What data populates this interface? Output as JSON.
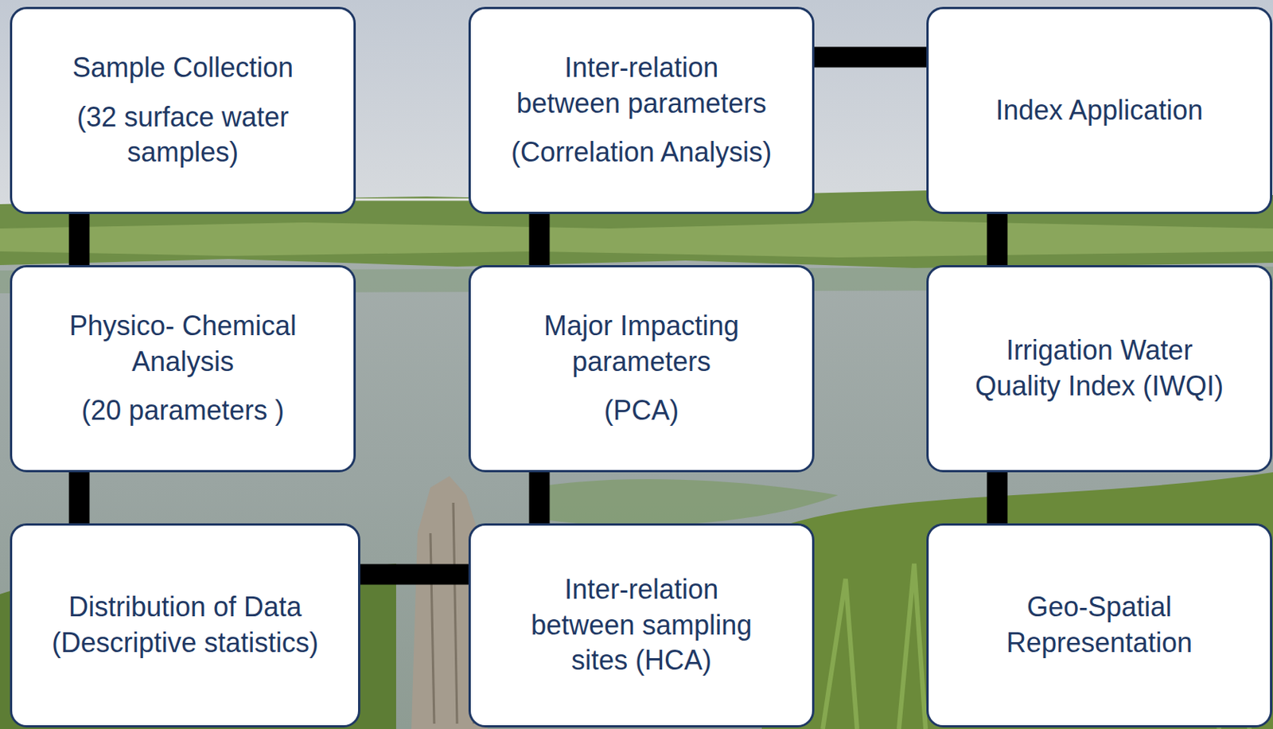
{
  "diagram": {
    "nodes": [
      {
        "text": [
          "Sample Collection",
          "(32 surface water samples)"
        ]
      },
      {
        "text": [
          "Physico- Chemical Analysis",
          "(20 parameters )"
        ]
      },
      {
        "text": [
          "Distribution of Data (Descriptive statistics)"
        ]
      },
      {
        "text": [
          "Inter-relation between sampling sites (HCA)"
        ]
      },
      {
        "text": [
          "Major Impacting parameters",
          "(PCA)"
        ]
      },
      {
        "text": [
          "Inter-relation between parameters",
          "(Correlation Analysis)"
        ]
      },
      {
        "text": [
          "Index Application"
        ]
      },
      {
        "text": [
          "Irrigation Water Quality Index (IWQI)"
        ]
      },
      {
        "text": [
          "Geo-Spatial Representation"
        ]
      }
    ],
    "edges": [
      {
        "from": 0,
        "to": 1,
        "arrow": "none"
      },
      {
        "from": 1,
        "to": 2,
        "arrow": "none"
      },
      {
        "from": 2,
        "to": 3,
        "arrow": "none"
      },
      {
        "from": 3,
        "to": 4,
        "arrow": "none"
      },
      {
        "from": 4,
        "to": 5,
        "arrow": "none"
      },
      {
        "from": 5,
        "to": 6,
        "arrow": "none"
      },
      {
        "from": 6,
        "to": 7,
        "arrow": "none"
      },
      {
        "from": 7,
        "to": 8,
        "arrow": "none"
      }
    ]
  }
}
